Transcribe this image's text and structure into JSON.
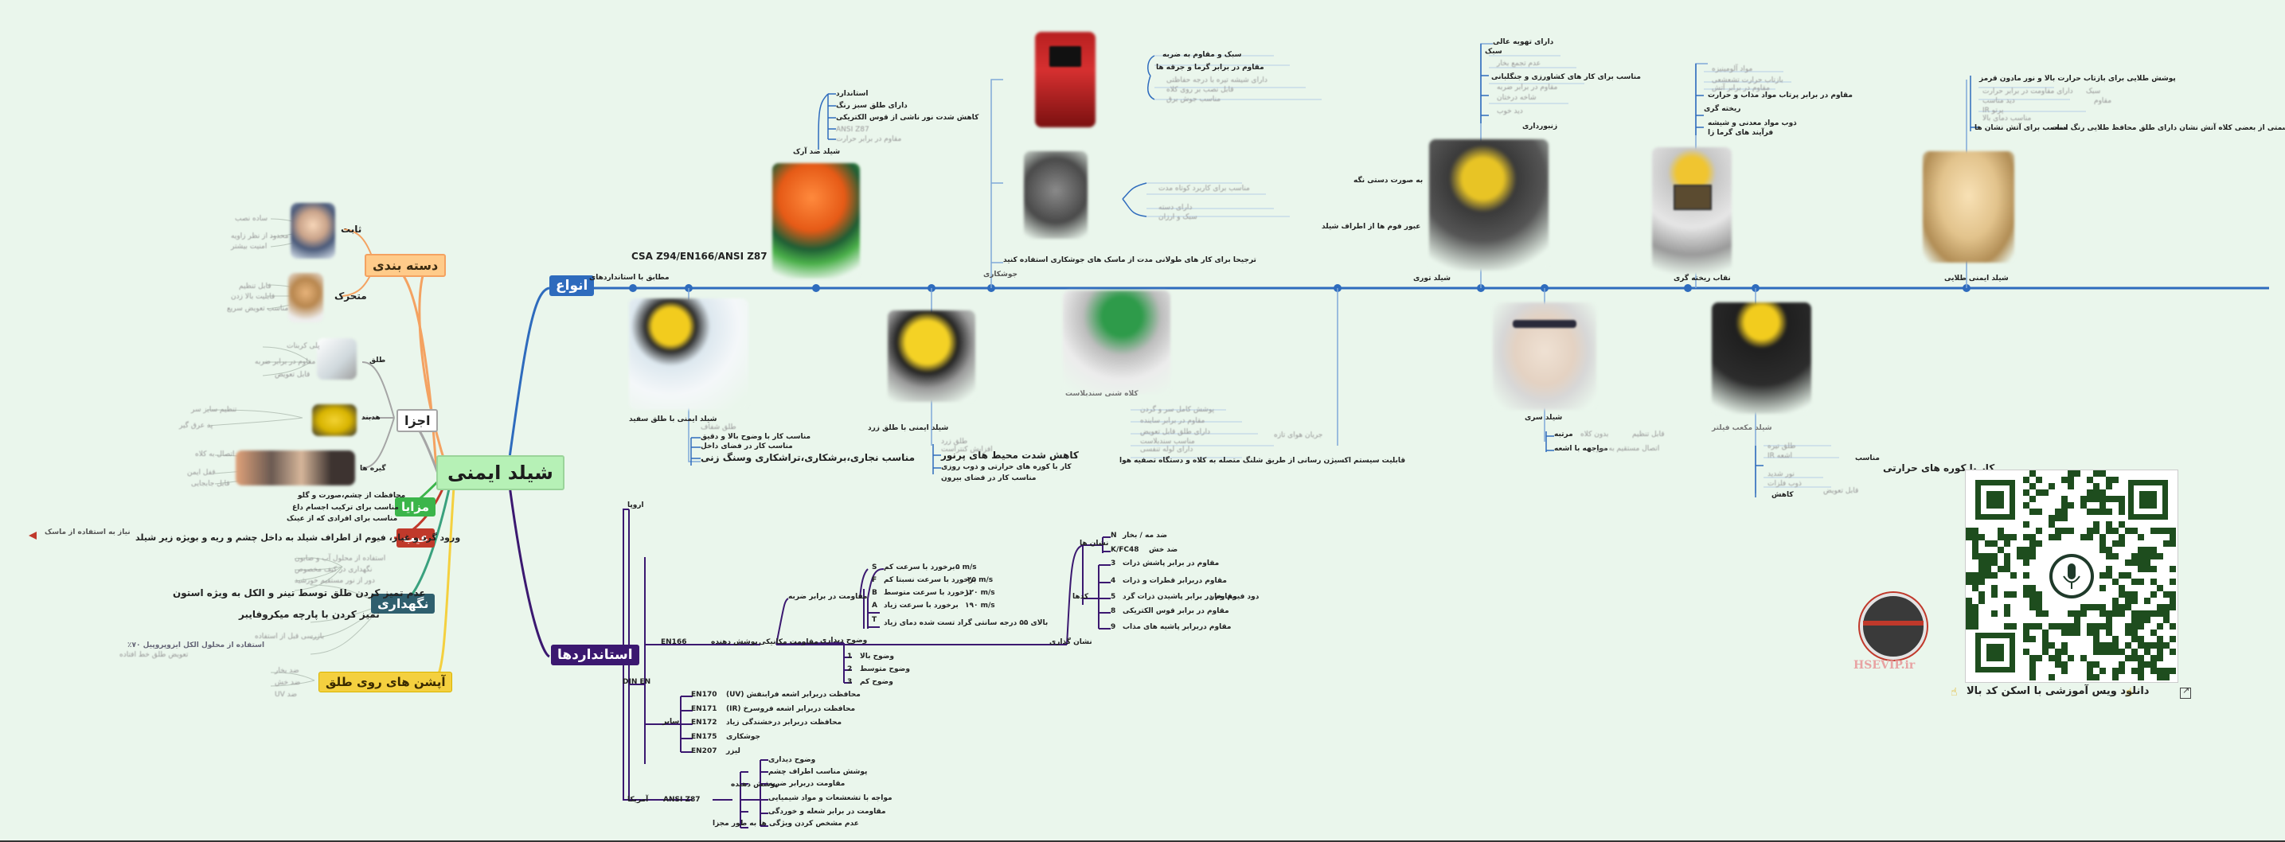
{
  "center": {
    "title": "شیلد ایمنی"
  },
  "left": {
    "dasteh": {
      "label": "دسته بندی",
      "thabet": "ثابت",
      "moteharrek": "متحرک",
      "blur": [
        "ساده نصب",
        "محدود از نظر زاویه",
        "امنیت بیشتر",
        "قابل تنظیم",
        "قابلیت بالا زدن",
        "مناسب تعویض سریع"
      ]
    },
    "ajza": {
      "label": "اجزا",
      "taq": "طلق",
      "hedband": "هدبند",
      "gireh": "گیره ها",
      "blur": [
        "پلی کربنات",
        "مقاوم در برابر ضربه",
        "قابل تعویض",
        "تنظیم سایز سر",
        "پد عرق گیر",
        "اتصال به کلاه",
        "قفل ایمن",
        "قابل جابجایی"
      ]
    },
    "mazaya": {
      "label": "مزایا",
      "items": [
        "محافظت از چشم،صورت و گلو",
        "مناسب برای ترکیب اجسام داغ",
        "مناسب برای افرادی که از عینک"
      ]
    },
    "eib": {
      "label": "عیب",
      "text": "ورود گرد و غبار، فیوم از اطراف شیلد به داخل چشم و ریه و بویژه زیر شیلد",
      "tip": "نیاز به استفاده از ماسک"
    },
    "negahdari": {
      "label": "نگهداری",
      "items": [
        "عدم تمیز کردن طلق توسط تینر و الکل به ویژه استون",
        "تمیز کردن با پارچه میکروفایبر"
      ],
      "blur": [
        "استفاده از محلول آب و صابون",
        "نگهداری در کیف مخصوص",
        "دور از نور مستقیم خورشید",
        "بازرسی قبل از استفاده",
        "تعویض طلق خط افتاده"
      ],
      "bullet": "استفاده از محلول الکل ایزوپروپیل ۷۰٪"
    },
    "options": {
      "label": "آپشن های روی طلق",
      "blur": [
        "ضد بخار",
        "ضد خش",
        "ضد UV"
      ]
    }
  },
  "anva": {
    "label": "انواع",
    "standard_label": "مطابق با استانداردهای",
    "standard_code": "CSA Z94/EN166/ANSI Z87",
    "arc": {
      "caption": "شیلد ضد آرک",
      "items": [
        "کاهش شدت نور ناشی از قوس الکتریکی",
        "دارای طلق سبز رنگ",
        "استاندارد"
      ],
      "blur": [
        "ANSI Z87",
        "مقاوم در برابر حرارت"
      ]
    },
    "welding": {
      "caption": "جوشکاری",
      "items": [
        "سبک و مقاوم به ضربه",
        "مقاوم در برابر گرما و جرقه ها",
        "به صورت دستی نگه",
        "عبور فوم ها از اطراف شیلد",
        "ترجیحا برای کار های طولانی مدت از ماسک های جوشکاری استفاده کنید"
      ],
      "blur": [
        "دارای شیشه تیره با درجه حفاظتی",
        "قابل نصب بر روی کلاه",
        "مناسب جوش برق",
        "مناسب برای کاربرد کوتاه مدت",
        "دارای دسته",
        "سبک و ارزان"
      ]
    },
    "mesh": {
      "caption": "شیلد توری",
      "items": [
        "دارای تهویه عالی",
        "سبک",
        "مناسب برای کار های کشاورزی و جنگلبانی",
        "زنبورداری"
      ],
      "blur": [
        "عدم تجمع بخار",
        "مقاوم در برابر ضربه",
        "شاخه درختان",
        "دید خوب"
      ]
    },
    "melting": {
      "caption": "نقاب ریخته گری",
      "items": [
        "مقاوم در برابر پرتاب مواد مذاب و حرارت",
        "ریخته گری",
        "ذوب مواد معدنی و شیشه",
        "فرآیند های گرما زا"
      ],
      "blur": [
        "مواد آلومینیزه",
        "بازتاب حرارت تشعشعی",
        "مقاوم در برابر آتش"
      ]
    },
    "gold": {
      "caption": "شیلد ایمنی طلایی",
      "items": [
        "پوشش طلایی برای بازتاب حرارت بالا و نور مادون قرمز",
        "مناسب برای آتش نشان ها",
        "قسمتی از بعضی کلاه آتش نشان دارای طلق محافظ طلایی رنگ است"
      ],
      "blur": [
        "دارای مقاومت در برابر حرارت",
        "دید مناسب",
        "پرتو IR",
        "مناسب دمای بالا",
        "سبک",
        "مقاوم"
      ]
    },
    "clear": {
      "caption": "شیلد ایمنی با طلق سفید",
      "items": [
        "مناسب کار با وضوح بالا و دقیق",
        "مناسب کار در فضای داخل",
        "مناسب نجاری،برشکاری،تراشکاری وسنگ زنی"
      ],
      "blur": [
        "طلق شفاف"
      ]
    },
    "yellow": {
      "caption": "شیلد ایمنی با طلق زرد",
      "items": [
        "کاهش شدت محیط های پرنور",
        "کار با کوره های حرارتی و ذوب روزی",
        "مناسب کار در فضای بیرون"
      ],
      "blur": [
        "طلق زرد",
        "افزایش کنتراست"
      ]
    },
    "blast": {
      "caption": "کلاه شنی سندبلاست",
      "items": [
        "قابلیت سیستم اکسیژن رسانی از طریق شلنگ متصله به کلاه و دستگاه تصفیه هوا"
      ],
      "blur": [
        "پوشش کامل سر و گردن",
        "مقاوم در برابر ساینده",
        "دارای طلق قابل تعویض",
        "مناسب سندبلاست",
        "دارای لوله تنفسی",
        "جریان هوای تازه"
      ]
    },
    "headband": {
      "caption": "شیلد سری",
      "items": [
        "مرتبه",
        "مواجهه با اشعه"
      ],
      "blur": [
        "بدون کلاه",
        "اتصال مستقیم به سر",
        "قابل تنظیم"
      ]
    },
    "dark": {
      "caption": "شیلد مکعب فیلتر",
      "items": [
        "مناسب",
        "کار با کوره های حرارتی",
        "کاهش"
      ],
      "blur": [
        "طلق تیره",
        "اشعه IR",
        "نور شدید",
        "ذوب فلزات",
        "قابل تعویض"
      ]
    }
  },
  "standards": {
    "label": "استانداردها",
    "europe": "اروپا",
    "din_en": "DIN EN",
    "en166": "EN166",
    "poshesh": "پوشش دهنده",
    "mechanical": "مقاومت مکانیکی",
    "impact": "مقاومت در برابر ضربه",
    "impact_rows": [
      {
        "code": "S",
        "speed": "۵ m/s",
        "desc": "برخورد با سرعت کم"
      },
      {
        "code": "F",
        "speed": "۴۵ m/s",
        "desc": "برخورد با سرعت نسبتا کم"
      },
      {
        "code": "B",
        "speed": "۱۲۰ m/s",
        "desc": "برخورد با سرعت متوسط"
      },
      {
        "code": "A",
        "speed": "۱۹۰ m/s",
        "desc": "برخورد با سرعت زیاد"
      },
      {
        "code": "T",
        "speed": "",
        "desc": "بالای ۵۵ درجه سانتی گراد تست شده دمای زیاد"
      }
    ],
    "optical": "وضوح دیداری",
    "optical_rows": [
      "وضوح بالا",
      "وضوح متوسط",
      "وضوح کم"
    ],
    "optical_codes": [
      "1",
      "2",
      "3"
    ],
    "marking": "نشان گذاری",
    "marking_labels": [
      "نشان ها",
      "کدها"
    ],
    "marking_rows": [
      {
        "code": "N",
        "desc": "ضد مه / بخار"
      },
      {
        "code": "K/FC48",
        "desc": "ضد خش"
      },
      {
        "code": "3",
        "desc": "مقاوم در برابر پاشش ذرات"
      },
      {
        "code": "4",
        "desc": "مقاوم دربرابر قطرات و ذرات"
      },
      {
        "code": "5",
        "desc": "مقاوم در برابر پاشیدن ذرات گرد"
      },
      {
        "code": "8",
        "desc": "مقاوم در برابر قوس الکتریکی"
      },
      {
        "code": "9",
        "desc": "مقاوم دربرابر پاشیه های مذاب"
      }
    ],
    "marking_extra": "دود فیوم بخار",
    "others": "سایر",
    "en_rows": [
      {
        "code": "EN170",
        "desc": "محافظت دربرابر اشعه فرابنفش (UV)"
      },
      {
        "code": "EN171",
        "desc": "محافظت دربرابر اشعه فروسرخ (IR)"
      },
      {
        "code": "EN172",
        "desc": "محافظت دربرابر درخشندگی زیاد"
      },
      {
        "code": "EN175",
        "desc": "جوشکاری"
      },
      {
        "code": "EN207",
        "desc": "لیزر"
      }
    ],
    "america": "آمریکا",
    "ansi": "ANSI Z87",
    "ansi_mid": "پوشش دهنده",
    "ansi_rows": [
      "وضوح دیداری",
      "پوشش مناسب اطراف چشم",
      "مقاومت دربرابر ضربه",
      "مواجه با تشعشعات و مواد شیمیایی",
      "مقاومت در برابر شعله و خوردگی",
      "عدم مشخص کردن ویژگی ها به طور مجزا"
    ]
  },
  "brand": {
    "name": "HSEVIP.ir"
  },
  "qr": {
    "caption": "دانلود ویس آموزشی با اسکن کد بالا"
  },
  "colors": {
    "background": "#eaf6ec",
    "center_node": "#b6f1b6",
    "anva": "#2e6bbd",
    "standards": "#3b1870",
    "dasteh": "#ffcb8a",
    "mazaya": "#3bb54a",
    "eib": "#c0392b",
    "negahdari": "#2f5f6e",
    "options": "#f4d03f"
  }
}
